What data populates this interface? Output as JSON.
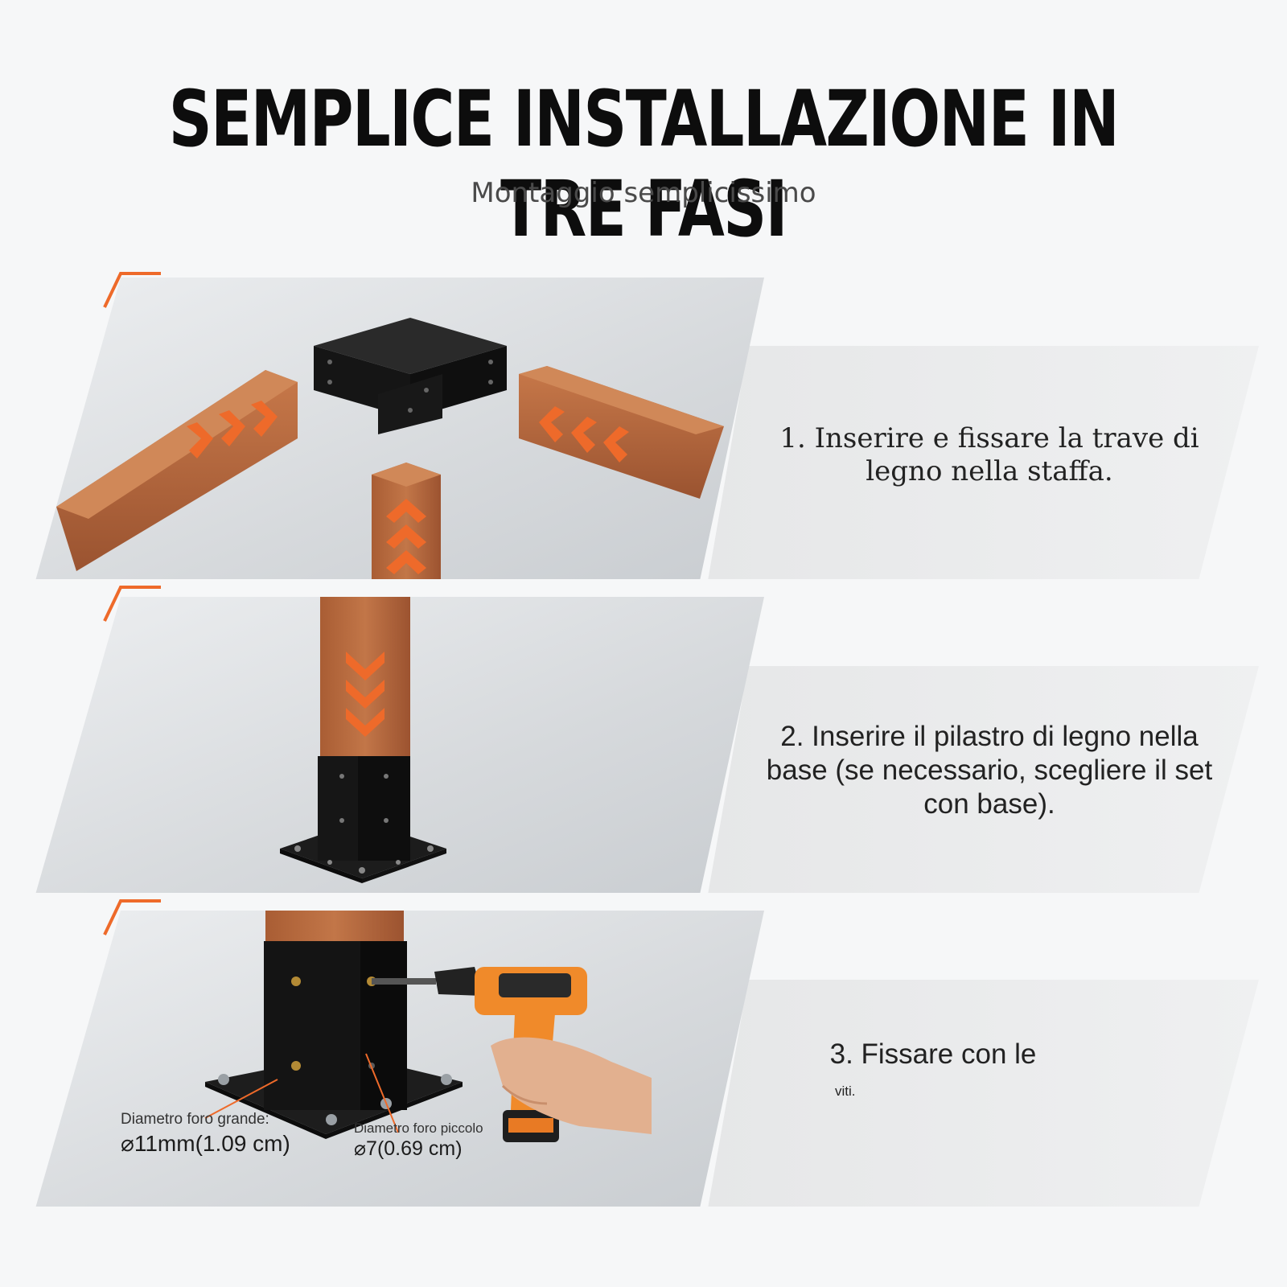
{
  "header": {
    "title": "SEMPLICE INSTALLAZIONE IN TRE FASI",
    "subtitle": "Montaggio semplicissimo"
  },
  "colors": {
    "accent": "#ee6a2a",
    "wood": "#b8673a",
    "steel": "#1c1c1c",
    "panel": "#d9dcdf"
  },
  "steps": [
    {
      "text": "1. Inserire e fissare la trave di legno nella staffa."
    },
    {
      "text": "2. Inserire il pilastro di legno nella base (se necessario, scegliere il set con base)."
    },
    {
      "text": "3. Fissare con le",
      "text_small": "viti."
    }
  ],
  "holes": {
    "large": {
      "caption": "Diametro foro grande:",
      "value": "⌀11mm(1.09 cm)"
    },
    "small": {
      "caption": "Diametro foro piccolo",
      "value": "⌀7(0.69 cm)"
    }
  }
}
